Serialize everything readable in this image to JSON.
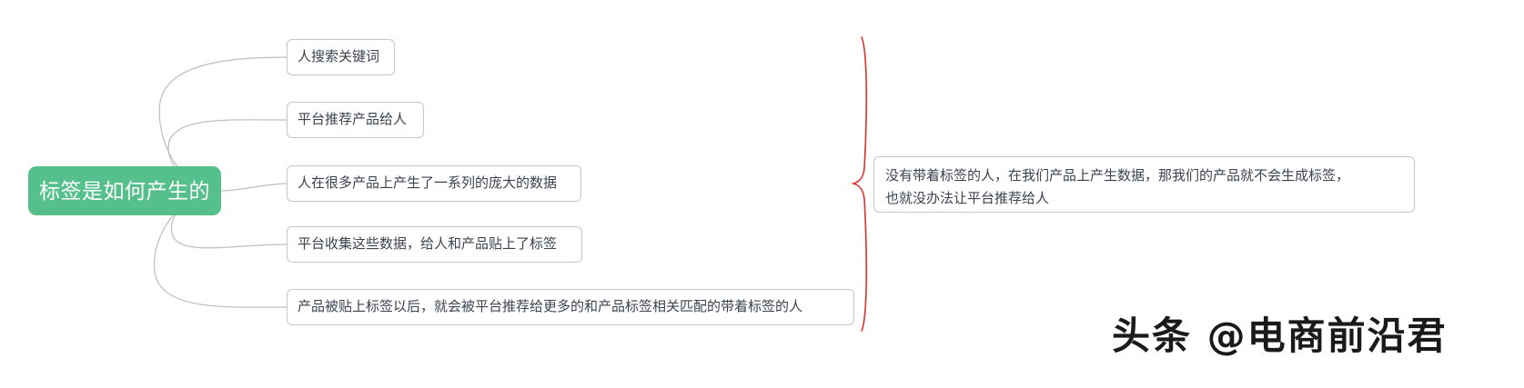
{
  "diagram": {
    "type": "mindmap",
    "root": {
      "label": "标签是如何产生的",
      "color": "#55c08c",
      "text_color": "#ffffff"
    },
    "branches": [
      {
        "label": "人搜索关键词"
      },
      {
        "label": "平台推荐产品给人"
      },
      {
        "label": "人在很多产品上产生了一系列的庞大的数据"
      },
      {
        "label": "平台收集这些数据，给人和产品贴上了标签"
      },
      {
        "label": "产品被贴上标签以后，就会被平台推荐给更多的和产品标签相关匹配的带着标签的人"
      }
    ],
    "annotation": {
      "text": "没有带着标签的人，在我们产品上产生数据，那我们的产品就不会生成标签，\n也就没办法让平台推荐给人",
      "brace_color": "#e0302c",
      "border_color": "#c6c6c6"
    },
    "edge_color": "#bdbdbd"
  },
  "watermark": {
    "text": "头条 @电商前沿君"
  }
}
